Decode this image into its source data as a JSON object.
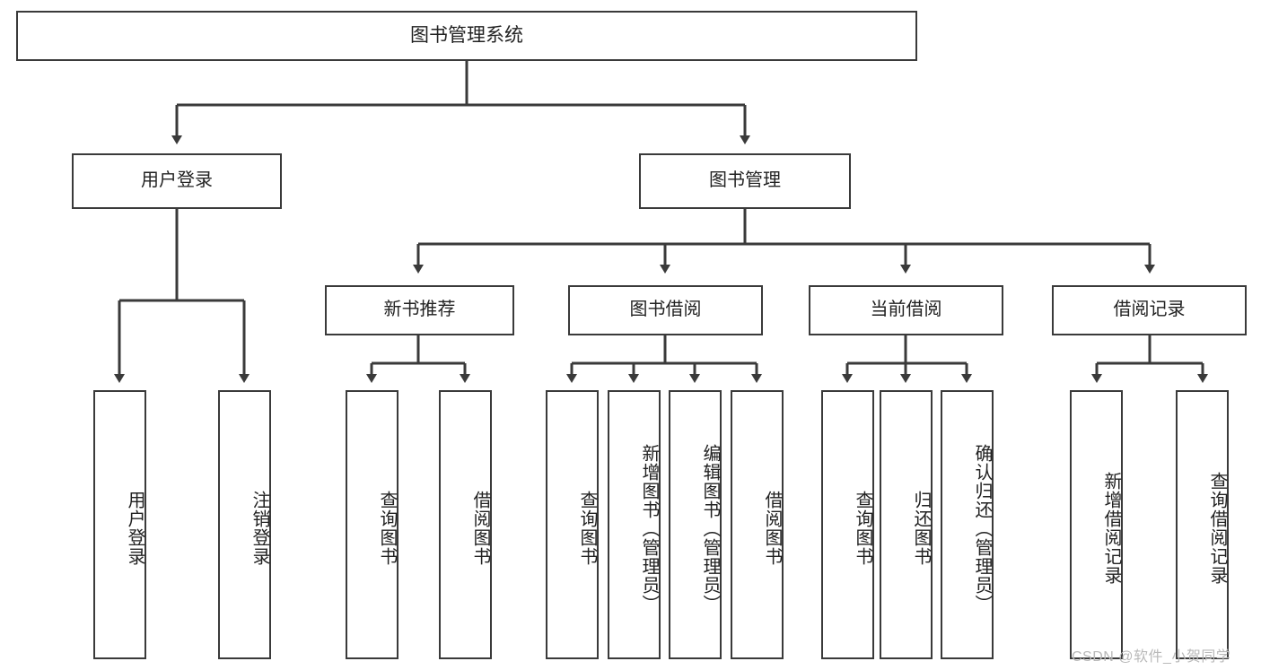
{
  "diagram": {
    "title": "图书管理系统",
    "type": "hierarchy-tree",
    "root": {
      "label": "图书管理系统"
    },
    "level2": [
      {
        "label": "用户登录"
      },
      {
        "label": "图书管理"
      }
    ],
    "level3": [
      {
        "label": "新书推荐"
      },
      {
        "label": "图书借阅"
      },
      {
        "label": "当前借阅"
      },
      {
        "label": "借阅记录"
      }
    ],
    "leaves": {
      "user_login": [
        {
          "label": "用户登录"
        },
        {
          "label": "注销登录"
        }
      ],
      "new_book_recommend": [
        {
          "label": "查询图书"
        },
        {
          "label": "借阅图书"
        }
      ],
      "book_borrow": [
        {
          "label": "查询图书"
        },
        {
          "label": "新增图书（管理员）"
        },
        {
          "label": "编辑图书（管理员）"
        },
        {
          "label": "借阅图书"
        }
      ],
      "current_borrow": [
        {
          "label": "查询图书"
        },
        {
          "label": "归还图书"
        },
        {
          "label": "确认归还（管理员）"
        }
      ],
      "borrow_record": [
        {
          "label": "新增借阅记录"
        },
        {
          "label": "查询借阅记录"
        }
      ]
    },
    "watermark": "CSDN @软件_小贺同学",
    "colors": {
      "stroke": "#3a3a3a",
      "fill": "#ffffff",
      "text": "#222222",
      "watermark": "#b9b9b9"
    }
  }
}
